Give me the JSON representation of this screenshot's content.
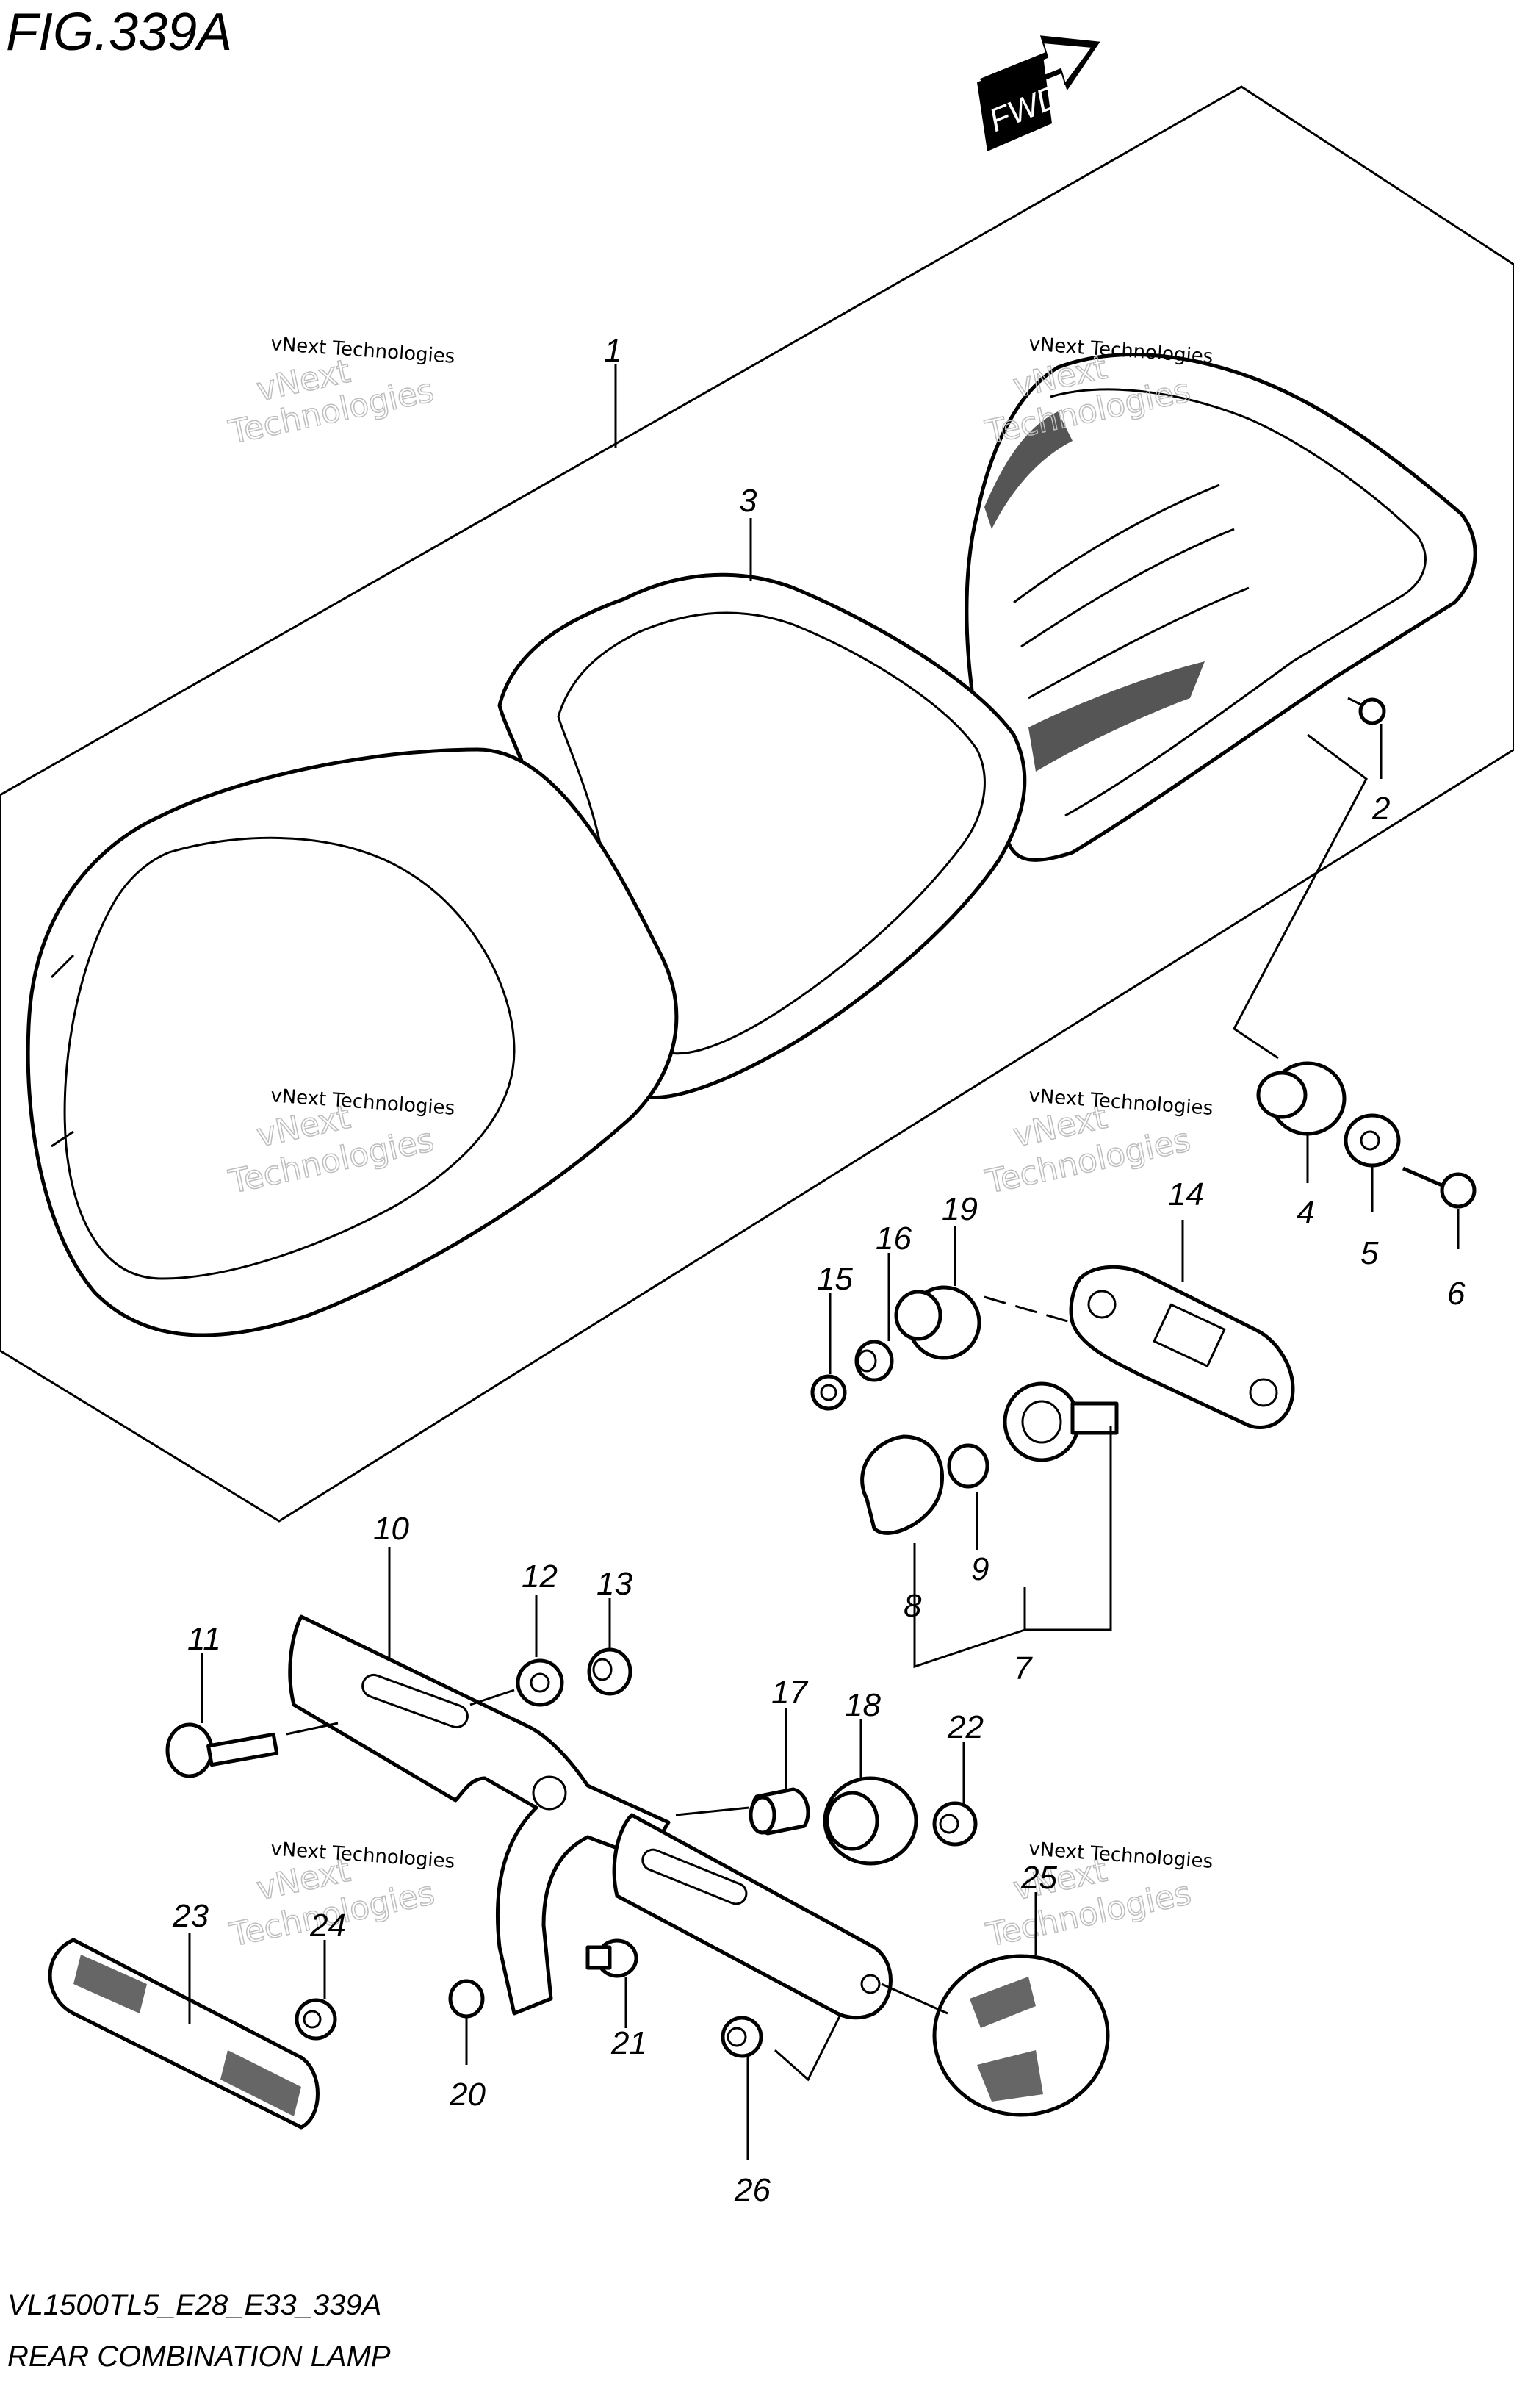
{
  "figure": {
    "title": "FIG.339A",
    "fwd_label": "FWD",
    "model_code": "VL1500TL5_E28_E33_339A",
    "caption": "REAR COMBINATION LAMP"
  },
  "watermark": {
    "small": "vNext Technologies",
    "large_line1": "vNext",
    "large_line2": "Technologies"
  },
  "callouts": [
    {
      "id": "c1",
      "text": "1"
    },
    {
      "id": "c2",
      "text": "2"
    },
    {
      "id": "c3",
      "text": "3"
    },
    {
      "id": "c4",
      "text": "4"
    },
    {
      "id": "c5",
      "text": "5"
    },
    {
      "id": "c6",
      "text": "6"
    },
    {
      "id": "c7",
      "text": "7"
    },
    {
      "id": "c8",
      "text": "8"
    },
    {
      "id": "c9",
      "text": "9"
    },
    {
      "id": "c10",
      "text": "10"
    },
    {
      "id": "c11",
      "text": "11"
    },
    {
      "id": "c12",
      "text": "12"
    },
    {
      "id": "c13",
      "text": "13"
    },
    {
      "id": "c14",
      "text": "14"
    },
    {
      "id": "c15",
      "text": "15"
    },
    {
      "id": "c16",
      "text": "16"
    },
    {
      "id": "c17",
      "text": "17"
    },
    {
      "id": "c18",
      "text": "18"
    },
    {
      "id": "c19",
      "text": "19"
    },
    {
      "id": "c20",
      "text": "20"
    },
    {
      "id": "c21",
      "text": "21"
    },
    {
      "id": "c22",
      "text": "22"
    },
    {
      "id": "c23",
      "text": "23"
    },
    {
      "id": "c24",
      "text": "24"
    },
    {
      "id": "c25",
      "text": "25"
    },
    {
      "id": "c26",
      "text": "26"
    }
  ]
}
